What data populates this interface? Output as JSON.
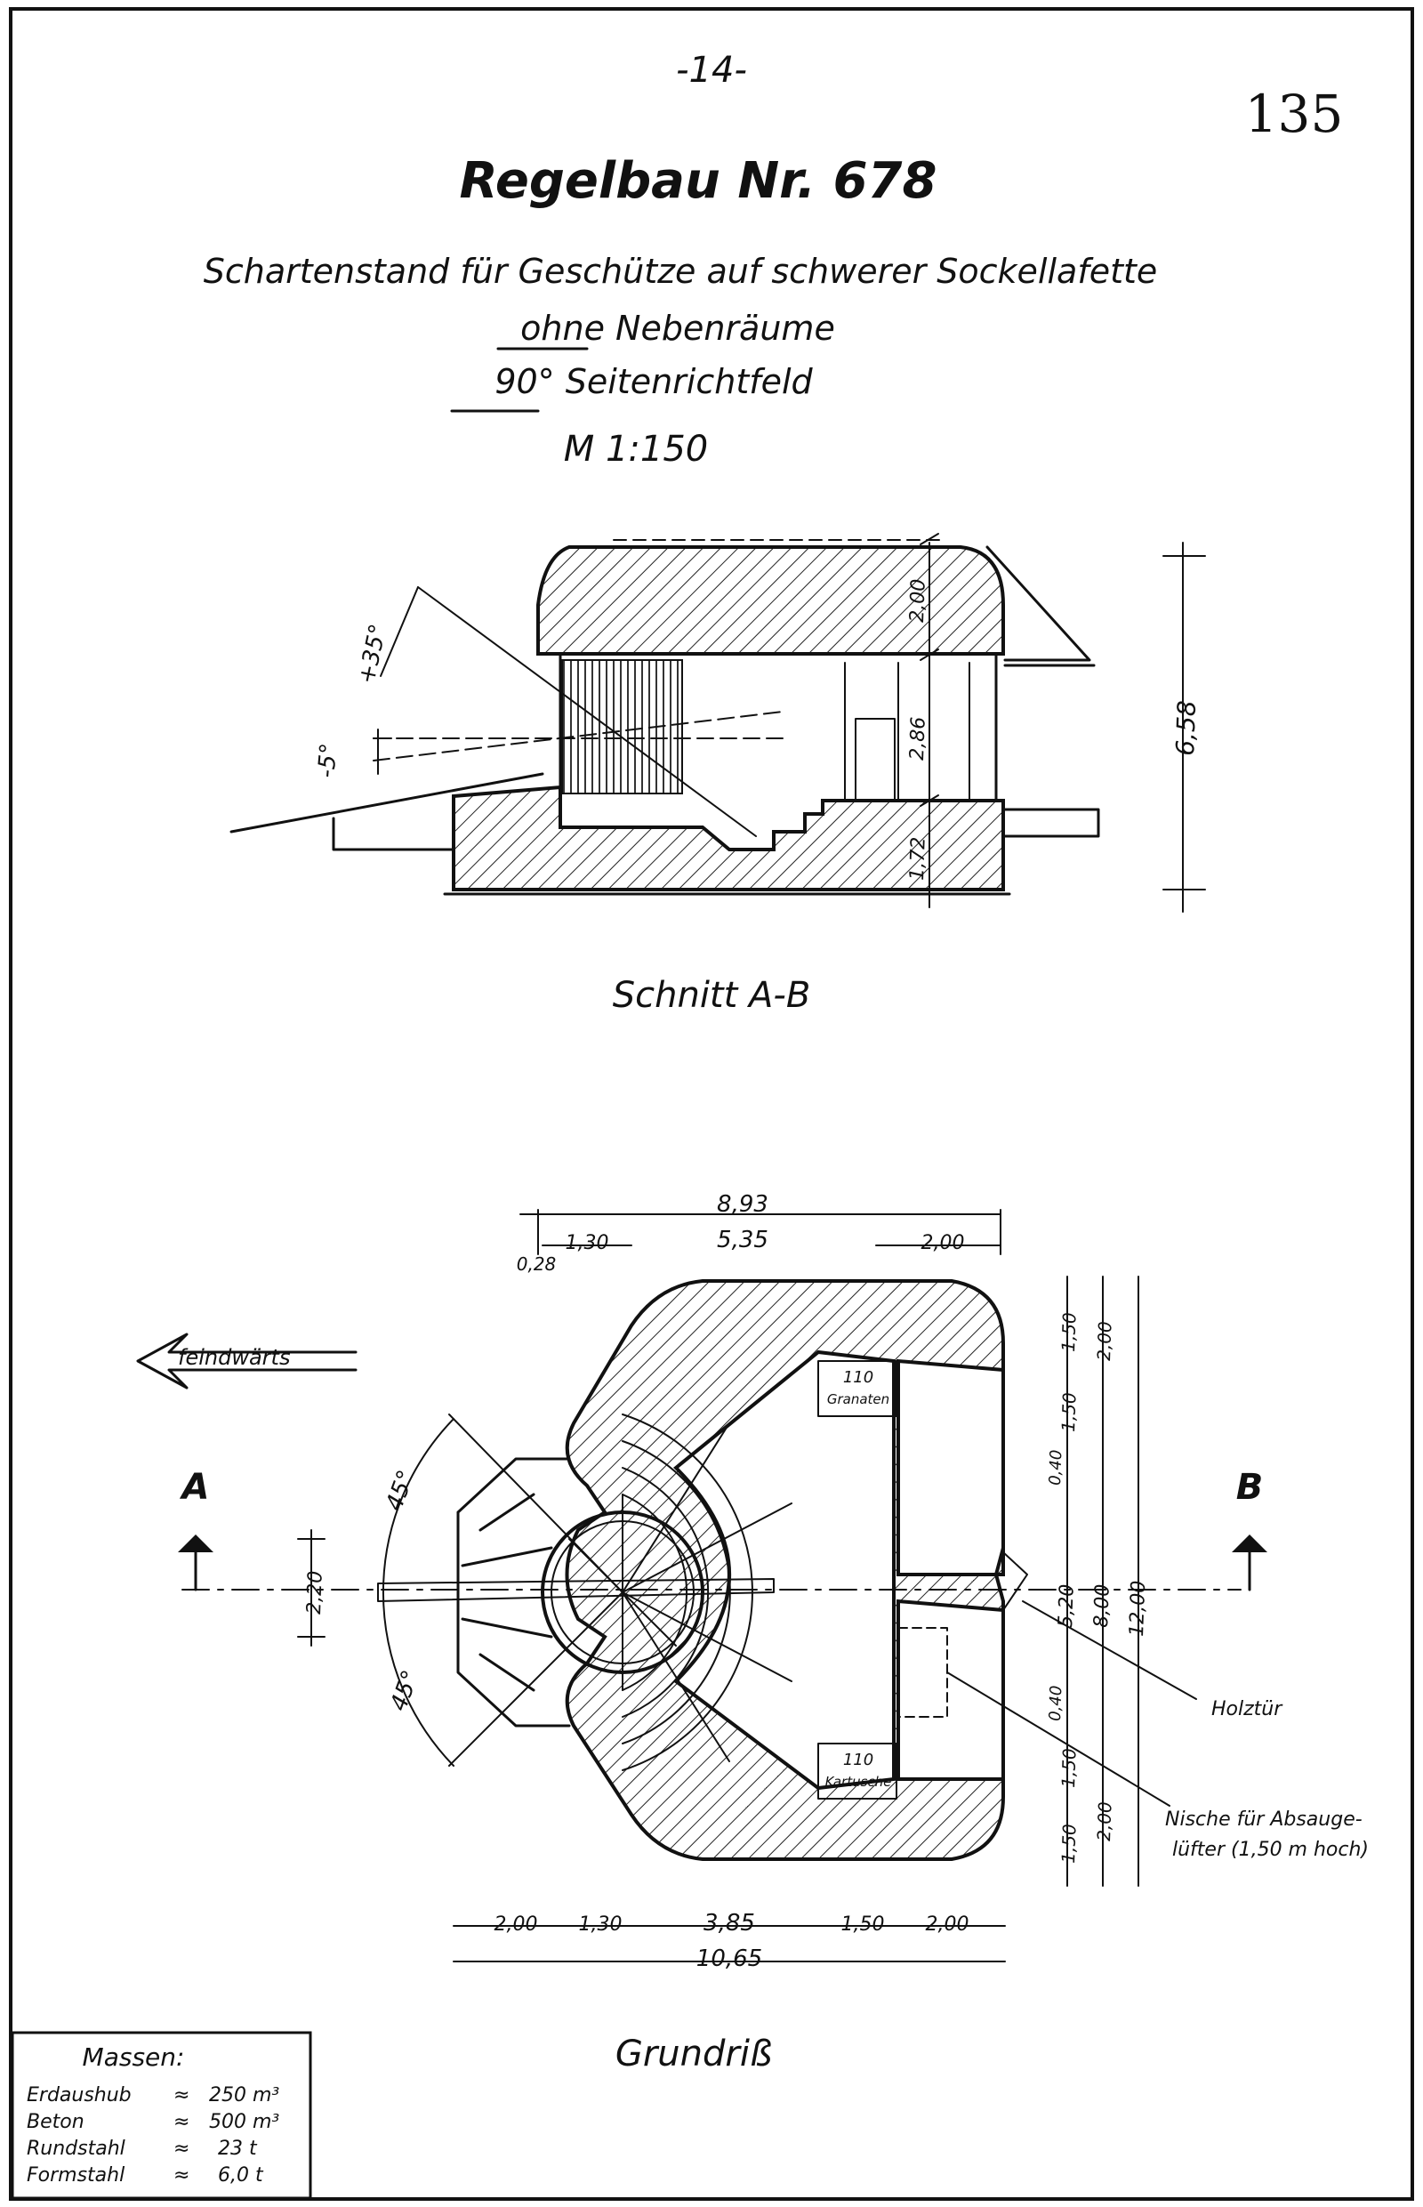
{
  "header": {
    "page_marker": "-14-",
    "page_number": "135",
    "title": "Regelbau Nr. 678",
    "subtitle": "Schartenstand für Geschütze auf schwerer Sockellafette",
    "line2": "ohne Nebenräume",
    "line3": "90° Seitenrichtfeld",
    "scale": "M 1:150"
  },
  "section": {
    "caption": "Schnitt A-B",
    "dims": {
      "roof": "2,00",
      "room": "2,86",
      "floor": "1,72",
      "total": "6,58",
      "elev_up": "+35°",
      "elev_down": "-5°"
    }
  },
  "plan": {
    "caption": "Grundriß",
    "direction_label": "feindwärts",
    "section_marker_a": "A",
    "section_marker_b": "B",
    "rooms": {
      "top_niche_num": "110",
      "top_niche_name": "Granaten",
      "bottom_niche_num": "110",
      "bottom_niche_name": "Kartusche"
    },
    "angle_top": "45°",
    "angle_bottom": "45°",
    "notes": {
      "door": "Holztür",
      "niche_line1": "Nische für Absauge-",
      "niche_line2": "lüfter (1,50 m hoch)"
    },
    "dims_top": {
      "overall": "8,93",
      "inner": "5,35",
      "left": "1,30",
      "left_small": "0,28",
      "right": "2,00"
    },
    "dims_bottom": {
      "a": "2,00",
      "b": "1,30",
      "c": "3,85",
      "d": "1,50",
      "e": "2,00",
      "overall": "10,65"
    },
    "dims_right": {
      "top1": "1,50",
      "top2": "1,50",
      "top_sum": "2,00",
      "top_small": "0,40",
      "opening": "5,20",
      "mid": "8,00",
      "overall": "12,00",
      "bottom_small": "0,40",
      "bot1": "1,50",
      "bot2": "1,50",
      "bot_sum": "2,00"
    },
    "dims_left": {
      "embrasure": "2,20"
    }
  },
  "masses": {
    "title": "Massen:",
    "rows": [
      {
        "label": "Erdaushub",
        "value": "250 m³"
      },
      {
        "label": "Beton",
        "value": "500 m³"
      },
      {
        "label": "Rundstahl",
        "value": "23 t"
      },
      {
        "label": "Formstahl",
        "value": "6,0 t"
      }
    ]
  }
}
